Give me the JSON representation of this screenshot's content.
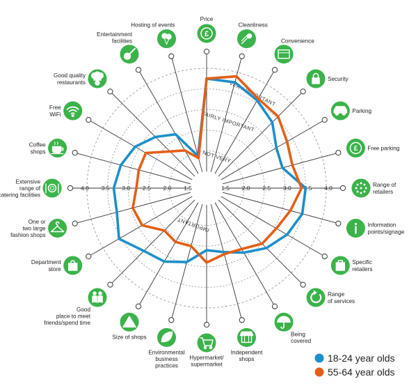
{
  "chart_data": {
    "type": "radar",
    "title": "",
    "categories": [
      "Price",
      "Cleanliness",
      "Convenience",
      "Security",
      "Parking",
      "Free parking",
      "Range of retailers",
      "Information points/signage",
      "Specific retailers",
      "Range of services",
      "Being covered",
      "Independent shops",
      "Hypermarket/ supermarket",
      "Environmental business practices",
      "Size of shops",
      "Good place to meet friends/spend time",
      "Department store",
      "One or two large fashion shops",
      "Extensive range of catering facilities",
      "Coffee shops",
      "Free WiFi",
      "Good quality restaurants",
      "Entertainment facilities",
      "Hosting of events"
    ],
    "category_lines": [
      [
        "Price"
      ],
      [
        "Cleanliness"
      ],
      [
        "Convenience"
      ],
      [
        "Security"
      ],
      [
        "Parking"
      ],
      [
        "Free parking"
      ],
      [
        "Range of",
        "retailers"
      ],
      [
        "Information",
        "points/signage"
      ],
      [
        "Specific",
        "retailers"
      ],
      [
        "Range",
        "of services"
      ],
      [
        "Being",
        "covered"
      ],
      [
        "Independent",
        "shops"
      ],
      [
        "Hypermarket/",
        "supermarket"
      ],
      [
        "Environmental",
        "business",
        "practices"
      ],
      [
        "Size of shops"
      ],
      [
        "Good",
        "place to meet",
        "friends/spend time"
      ],
      [
        "Department",
        "store"
      ],
      [
        "One or",
        "two large",
        "fashion shops"
      ],
      [
        "Extensive",
        "range of",
        "catering facilities"
      ],
      [
        "Coffee",
        "shops"
      ],
      [
        "Free",
        "WiFi"
      ],
      [
        "Good quality",
        "restaurants"
      ],
      [
        "Entertainment",
        "facilities"
      ],
      [
        "Hosting of events"
      ]
    ],
    "icons": [
      "pound-sign-icon",
      "comet-icon",
      "open-shop-icon",
      "padlock-icon",
      "car-icon",
      "free-pound-icon",
      "dots-ring-icon",
      "info-icon",
      "bag-with-tag-icon",
      "circular-arrow-icon",
      "umbrella-icon",
      "market-stall-icon",
      "shopping-trolley-icon",
      "leaf-icon",
      "tents-icon",
      "people-icon",
      "shopping-bag-icon",
      "coat-hanger-icon",
      "plate-cutlery-icon",
      "coffee-cup-icon",
      "wifi-icon",
      "chef-icon",
      "guitar-icon",
      "balloons-icon"
    ],
    "series": [
      {
        "name": "18-24 year olds",
        "color": "#1d8fc9",
        "values": [
          3.75,
          3.75,
          3.55,
          3.35,
          3.05,
          3.0,
          3.5,
          3.5,
          3.35,
          3.15,
          2.9,
          2.7,
          2.6,
          2.95,
          3.15,
          3.25,
          3.55,
          3.35,
          3.35,
          3.25,
          3.1,
          2.85,
          2.6,
          1.9
        ]
      },
      {
        "name": "55-64 year olds",
        "color": "#e35f17",
        "values": [
          3.75,
          3.9,
          3.6,
          3.55,
          3.35,
          3.25,
          3.4,
          3.2,
          3.05,
          3.0,
          2.8,
          2.75,
          2.9,
          2.55,
          2.6,
          2.55,
          2.9,
          2.95,
          2.8,
          2.8,
          2.8,
          2.35,
          2.15,
          1.85
        ]
      }
    ],
    "scale_min": 1.5,
    "rlim": [
      1.5,
      4.0
    ],
    "rings": [
      2.0,
      2.5,
      3.0,
      3.5,
      4.0
    ],
    "tick_labels_left": [
      "4.0",
      "3.5",
      "3.0",
      "2.5",
      "2.0",
      "1.5"
    ],
    "tick_labels_right": [
      "1.5",
      "2.0",
      "2.5",
      "3.0",
      "3.5",
      "4.0"
    ],
    "band_labels": [
      "NOT VERY",
      "IMPORTANT",
      "FAIRLY IMPORTANT",
      "VERY IMPORTANT"
    ],
    "icon_color": "#3bb34a",
    "grid_color": "#999999",
    "legend_position": "bottom-right"
  }
}
